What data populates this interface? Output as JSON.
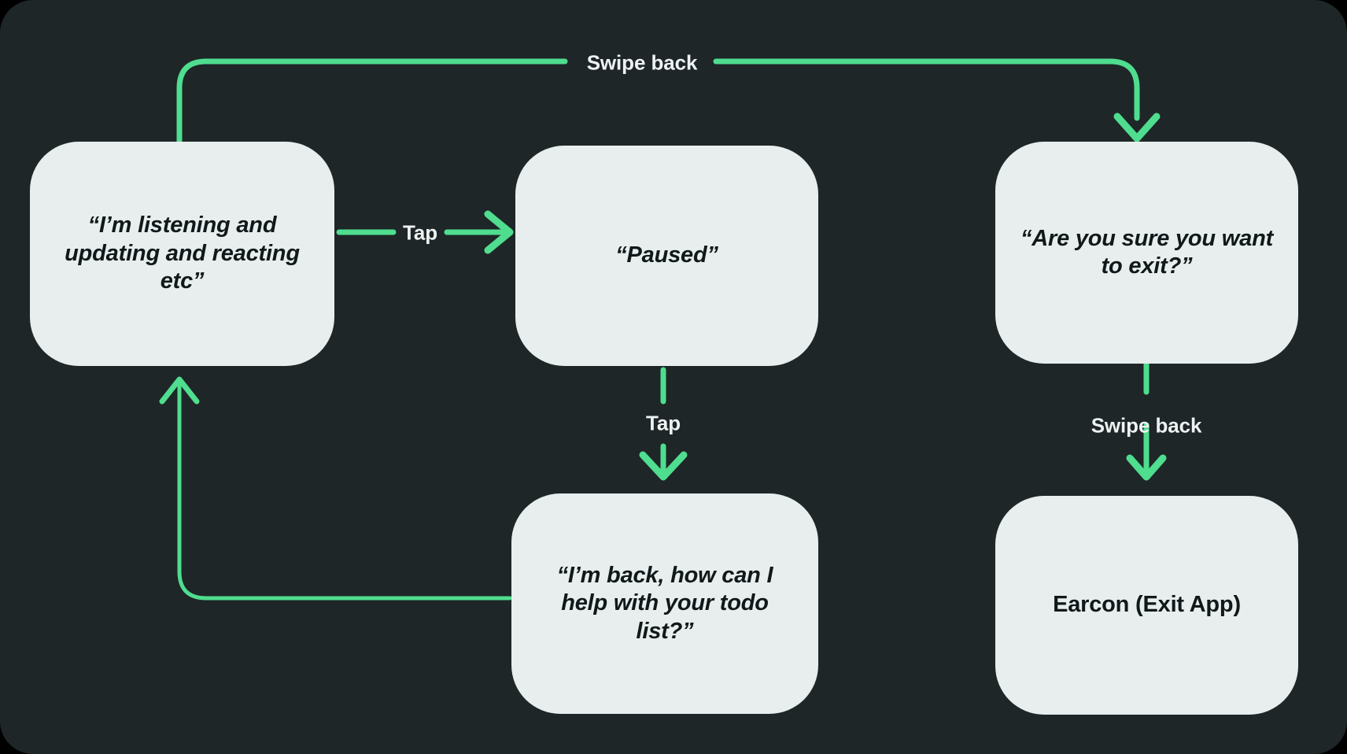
{
  "diagram": {
    "title": "Voice assistant pause and exit flow",
    "colors": {
      "background": "#1e2627",
      "node_fill": "#e7eeed",
      "node_text": "#11181a",
      "edge": "#4fdd8f",
      "edge_label": "#eef2f3"
    },
    "nodes": [
      {
        "id": "listening",
        "label": "“I’m listening and updating and reacting etc”",
        "style": "italic"
      },
      {
        "id": "paused",
        "label": "“Paused”",
        "style": "italic"
      },
      {
        "id": "confirm-exit",
        "label": "“Are you sure you want to exit?”",
        "style": "italic"
      },
      {
        "id": "im-back",
        "label": "“I’m back, how can I help with your todo list?”",
        "style": "italic"
      },
      {
        "id": "earcon",
        "label": "Earcon (Exit App)",
        "style": "plain"
      }
    ],
    "edges": [
      {
        "id": "listening-to-paused",
        "from": "listening",
        "to": "paused",
        "label": "Tap"
      },
      {
        "id": "paused-to-imback",
        "from": "paused",
        "to": "im-back",
        "label": "Tap"
      },
      {
        "id": "imback-to-listening",
        "from": "im-back",
        "to": "listening",
        "label": ""
      },
      {
        "id": "listening-to-confirm",
        "from": "listening",
        "to": "confirm-exit",
        "label": "Swipe back"
      },
      {
        "id": "confirm-to-earcon",
        "from": "confirm-exit",
        "to": "earcon",
        "label": "Swipe back"
      }
    ]
  }
}
